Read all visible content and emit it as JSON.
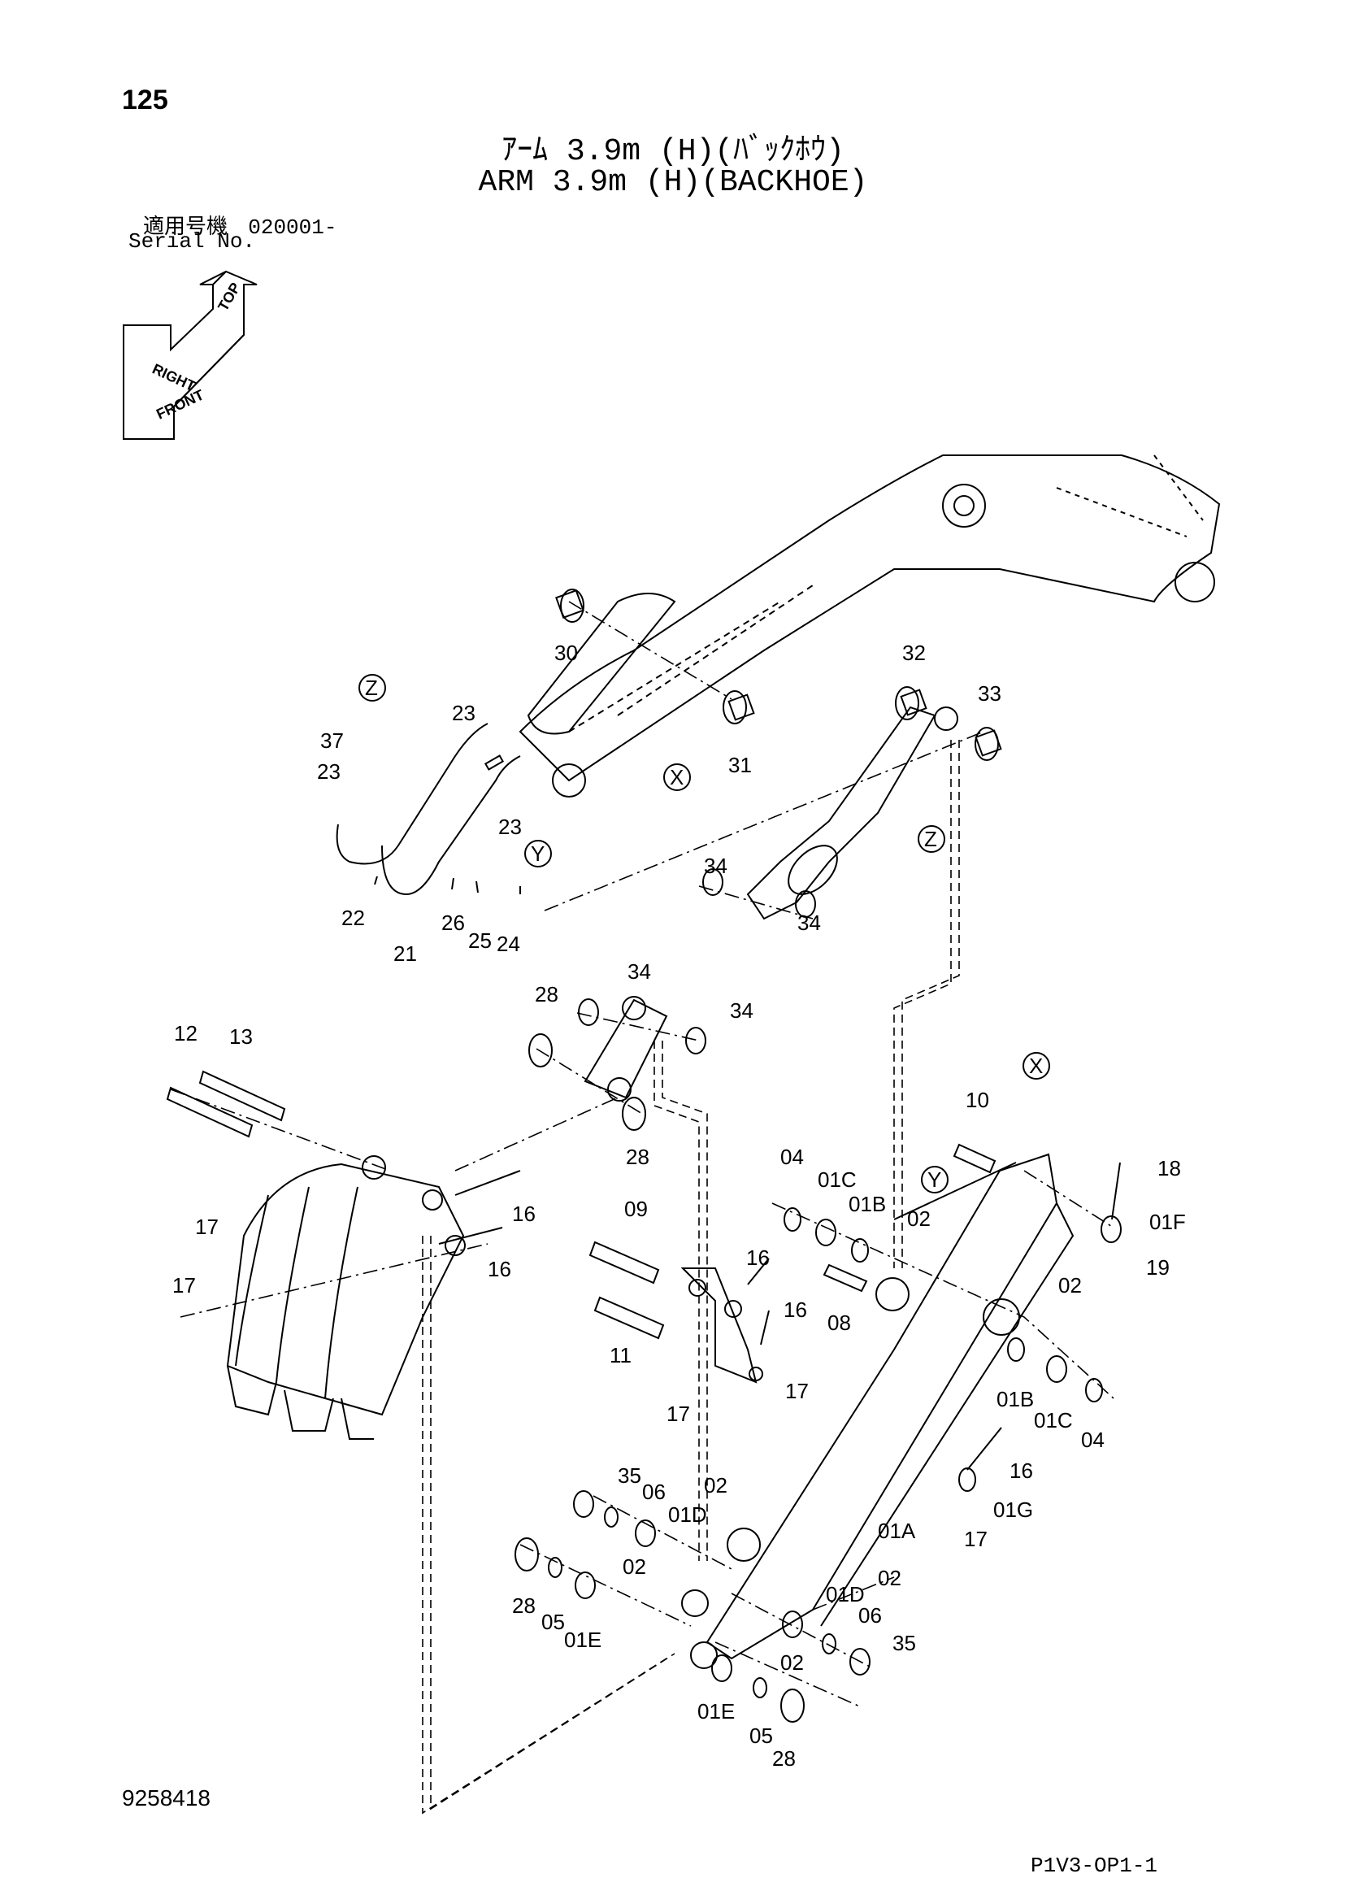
{
  "header": {
    "page_number": "125",
    "title_jp": "ｱｰﾑ 3.9m (H)(ﾊﾞｯｸﾎｳ)",
    "title_en": "ARM 3.9m (H)(BACKHOE)",
    "serial_label_jp": "適用号機",
    "serial_value": "020001-",
    "serial_label_en": "Serial No."
  },
  "orientation": {
    "top": "TOP",
    "right": "RIGHT",
    "front": "FRONT"
  },
  "callouts": {
    "c01A": "01A",
    "c01B": "01B",
    "c01C": "01C",
    "c01D": "01D",
    "c01E": "01E",
    "c01F": "01F",
    "c01G": "01G",
    "c02": "02",
    "c04": "04",
    "c05": "05",
    "c06": "06",
    "c08": "08",
    "c09": "09",
    "c10": "10",
    "c11": "11",
    "c12": "12",
    "c13": "13",
    "c16": "16",
    "c17": "17",
    "c18": "18",
    "c19": "19",
    "c21": "21",
    "c22": "22",
    "c23": "23",
    "c24": "24",
    "c25": "25",
    "c26": "26",
    "c28": "28",
    "c30": "30",
    "c31": "31",
    "c32": "32",
    "c33": "33",
    "c34": "34",
    "c35": "35",
    "c37": "37",
    "refX": "X",
    "refY": "Y",
    "refZ": "Z"
  },
  "footer": {
    "doc_number": "9258418",
    "page_code": "P1V3-OP1-1"
  }
}
